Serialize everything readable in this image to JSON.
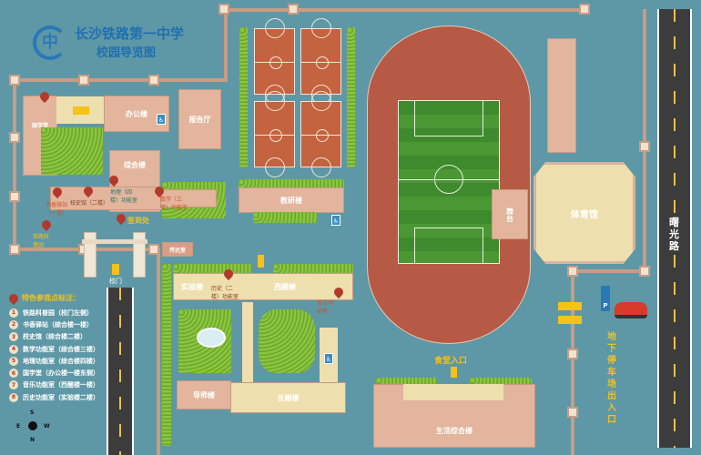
{
  "header": {
    "title_line1": "长沙铁路第一中学",
    "title_line2": "校园导览图",
    "logo": "school-logo"
  },
  "roads": {
    "east": "曙光路"
  },
  "buildings": {
    "office": "办公楼",
    "hall": "报告厅",
    "complex": "综合楼",
    "guoxue": "国学堂",
    "teaching": "教研楼",
    "guard": "传达室",
    "lab": "实验楼",
    "west": "西醒楼",
    "tutor": "导师楼",
    "corridor": "长廊楼",
    "gym": "体育馆",
    "stage": "舞台",
    "living": "生活综合楼",
    "sign_in": "签到处",
    "gate": "校门"
  },
  "pins": {
    "history_2f": "校史馆（二楼）",
    "geo_4f": "地理（四楼）功能室",
    "math_3f": "数学（三楼）功能室",
    "book": "书香驿站（一楼）",
    "rail": "铁路科普园",
    "history_lab": "历史（二楼）功能室",
    "music": "音乐功能室"
  },
  "labels": {
    "canteen": "食堂入口",
    "parking": "地下停车场出入口"
  },
  "legend": {
    "title": "特色参观点标注：",
    "items": [
      {
        "n": "1",
        "text": "铁路科普园（校门左侧）"
      },
      {
        "n": "2",
        "text": "书香驿站（综合楼一楼）"
      },
      {
        "n": "3",
        "text": "校史馆（综合楼二楼）"
      },
      {
        "n": "4",
        "text": "数学功能室（综合楼三楼）"
      },
      {
        "n": "5",
        "text": "地理功能室（综合楼四楼）"
      },
      {
        "n": "6",
        "text": "国学堂（办公楼一楼东侧）"
      },
      {
        "n": "7",
        "text": "音乐功能室（西醒楼一楼）"
      },
      {
        "n": "8",
        "text": "历史功能室（实验楼二楼）"
      }
    ]
  },
  "compass": {
    "n": "N",
    "s": "S",
    "e": "E",
    "w": "W"
  },
  "colors": {
    "background": "#5e98a6",
    "path": "#c99c84",
    "building": "#e2b59c",
    "track": "#b65a45",
    "field": "#3f8a2c",
    "road": "#3c3c3c",
    "accent": "#f4c21a",
    "pin": "#b23a2c"
  }
}
